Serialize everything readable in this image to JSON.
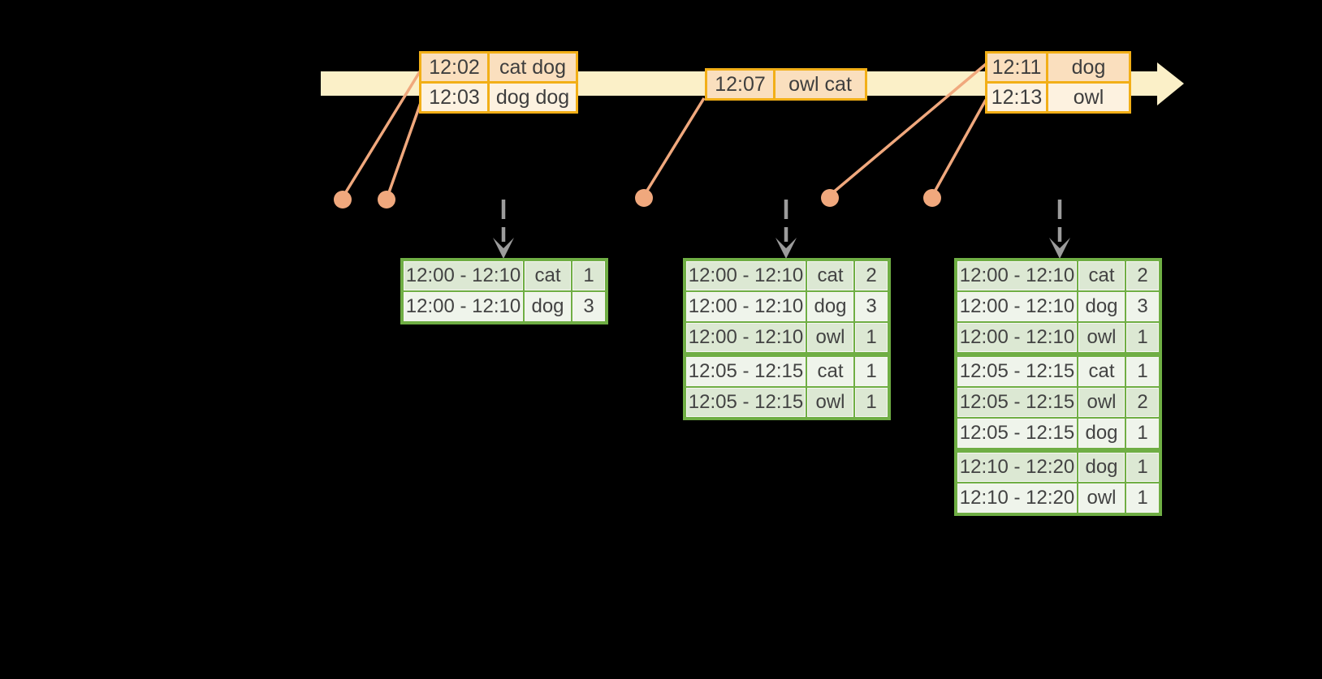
{
  "colors": {
    "background": "#000000",
    "timeline_band": "#FBF0C8",
    "gold_border": "#F2AF17",
    "peach_dark": "#FADFBE",
    "peach_light": "#FDF2E0",
    "salmon": "#F0A87D",
    "green_border": "#6FAE44",
    "green_row_dark": "#DCE8D3",
    "green_row_light": "#EFF4EB",
    "trigger_gray": "#9C9C9C",
    "text": "#3E3E3E"
  },
  "timeline": {
    "direction": "right"
  },
  "event_tables": [
    {
      "rows": [
        {
          "time": "12:02",
          "words": "cat dog"
        },
        {
          "time": "12:03",
          "words": "dog dog"
        }
      ]
    },
    {
      "rows": [
        {
          "time": "12:07",
          "words": "owl cat"
        }
      ]
    },
    {
      "rows": [
        {
          "time": "12:11",
          "words": "dog"
        },
        {
          "time": "12:13",
          "words": "owl"
        }
      ]
    }
  ],
  "result_tables": [
    {
      "rows": [
        {
          "window": "12:00 - 12:10",
          "word": "cat",
          "count": "1"
        },
        {
          "window": "12:00 - 12:10",
          "word": "dog",
          "count": "3"
        }
      ]
    },
    {
      "rows": [
        {
          "window": "12:00 - 12:10",
          "word": "cat",
          "count": "2"
        },
        {
          "window": "12:00 - 12:10",
          "word": "dog",
          "count": "3"
        },
        {
          "window": "12:00 - 12:10",
          "word": "owl",
          "count": "1"
        },
        {
          "window": "12:05 - 12:15",
          "word": "cat",
          "count": "1"
        },
        {
          "window": "12:05 - 12:15",
          "word": "owl",
          "count": "1"
        }
      ]
    },
    {
      "rows": [
        {
          "window": "12:00 - 12:10",
          "word": "cat",
          "count": "2"
        },
        {
          "window": "12:00 - 12:10",
          "word": "dog",
          "count": "3"
        },
        {
          "window": "12:00 - 12:10",
          "word": "owl",
          "count": "1"
        },
        {
          "window": "12:05 - 12:15",
          "word": "cat",
          "count": "1"
        },
        {
          "window": "12:05 - 12:15",
          "word": "owl",
          "count": "2"
        },
        {
          "window": "12:05 - 12:15",
          "word": "dog",
          "count": "1"
        },
        {
          "window": "12:10 - 12:20",
          "word": "dog",
          "count": "1"
        },
        {
          "window": "12:10 - 12:20",
          "word": "owl",
          "count": "1"
        }
      ]
    }
  ]
}
